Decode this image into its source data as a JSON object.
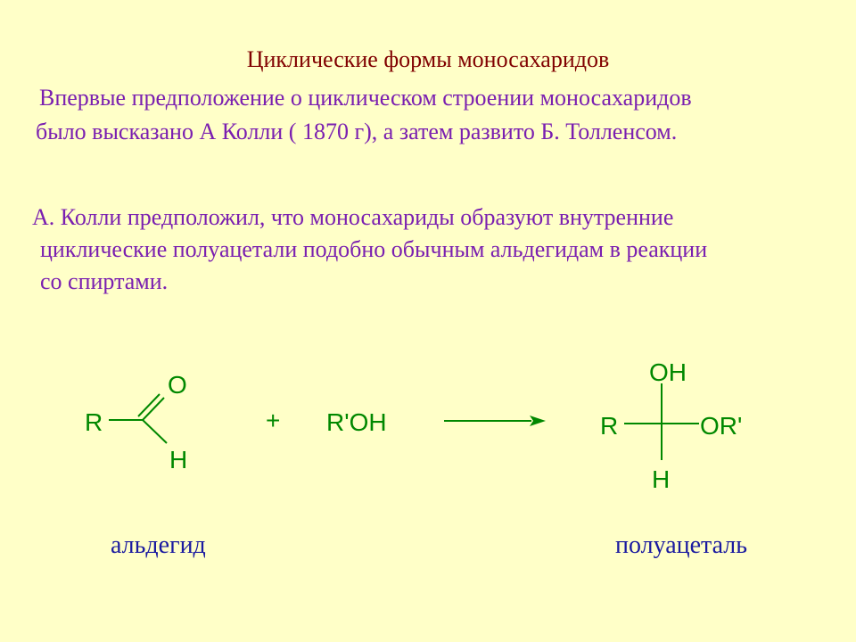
{
  "slide": {
    "title": "Циклические формы моносахаридов",
    "intro_lines": [
      "Впервые предположение о циклическом строении моносахаридов",
      "было  высказано А Колли ( 1870 г), а затем развито Б. Толленсом."
    ],
    "hypothesis_lines": [
      "А. Колли предположил, что моносахариды образуют внутренние",
      "циклические полуацетали подобно обычным альдегидам в реакции",
      "со спиртами."
    ]
  },
  "reaction": {
    "aldehyde": {
      "r": "R",
      "o": "O",
      "h": "H"
    },
    "plus": "+",
    "alcohol": "R'OH",
    "hemiacetal": {
      "oh": "OH",
      "r": "R",
      "or": "OR'",
      "h": "H"
    }
  },
  "labels": {
    "aldehyde_name": "альдегид",
    "hemiacetal_name": "полуацеталь"
  },
  "colors": {
    "background": "#FFFFC8",
    "title": "#800000",
    "body_text": "#7A1FB0",
    "formula": "#008800",
    "names": "#1A1AA0"
  }
}
